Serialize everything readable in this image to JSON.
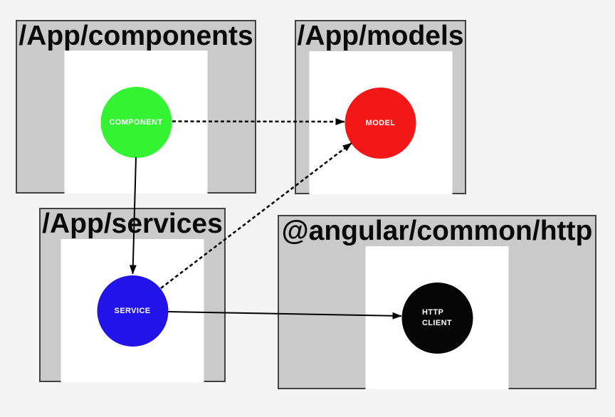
{
  "page": {
    "background": "#f4f4f5"
  },
  "diagram": {
    "type": "module-dependency-diagram",
    "colors": {
      "page_background": "#f4f4f5",
      "cluster_fill": "#cacaca",
      "cluster_border": "#424242",
      "node_background": "#ffffff",
      "title_text": "#0a0a0a",
      "node_label_text": "#ffffff",
      "edge": "#000000"
    },
    "clusters": [
      {
        "id": "app-components",
        "title": "/App/components",
        "node": {
          "label": "COMPONENT",
          "color": "#33f333"
        }
      },
      {
        "id": "app-models",
        "title": "/App/models",
        "node": {
          "label": "MODEL",
          "color": "#f31717"
        }
      },
      {
        "id": "app-services",
        "title": "/App/services",
        "node": {
          "label": "SERVICE",
          "color": "#2213e8"
        }
      },
      {
        "id": "angular-common-http",
        "title": "@angular/common/http",
        "node": {
          "label": "HTTP CLIENT",
          "label_line1": "HTTP",
          "label_line2": "CLIENT",
          "color": "#060606"
        }
      }
    ],
    "edges": [
      {
        "from": "COMPONENT",
        "to": "MODEL",
        "style": "dashed",
        "arrowhead": true
      },
      {
        "from": "COMPONENT",
        "to": "SERVICE",
        "style": "solid",
        "arrowhead": true
      },
      {
        "from": "SERVICE",
        "to": "MODEL",
        "style": "dashed",
        "arrowhead": true
      },
      {
        "from": "SERVICE",
        "to": "HTTP CLIENT",
        "style": "solid",
        "arrowhead": true
      }
    ]
  }
}
